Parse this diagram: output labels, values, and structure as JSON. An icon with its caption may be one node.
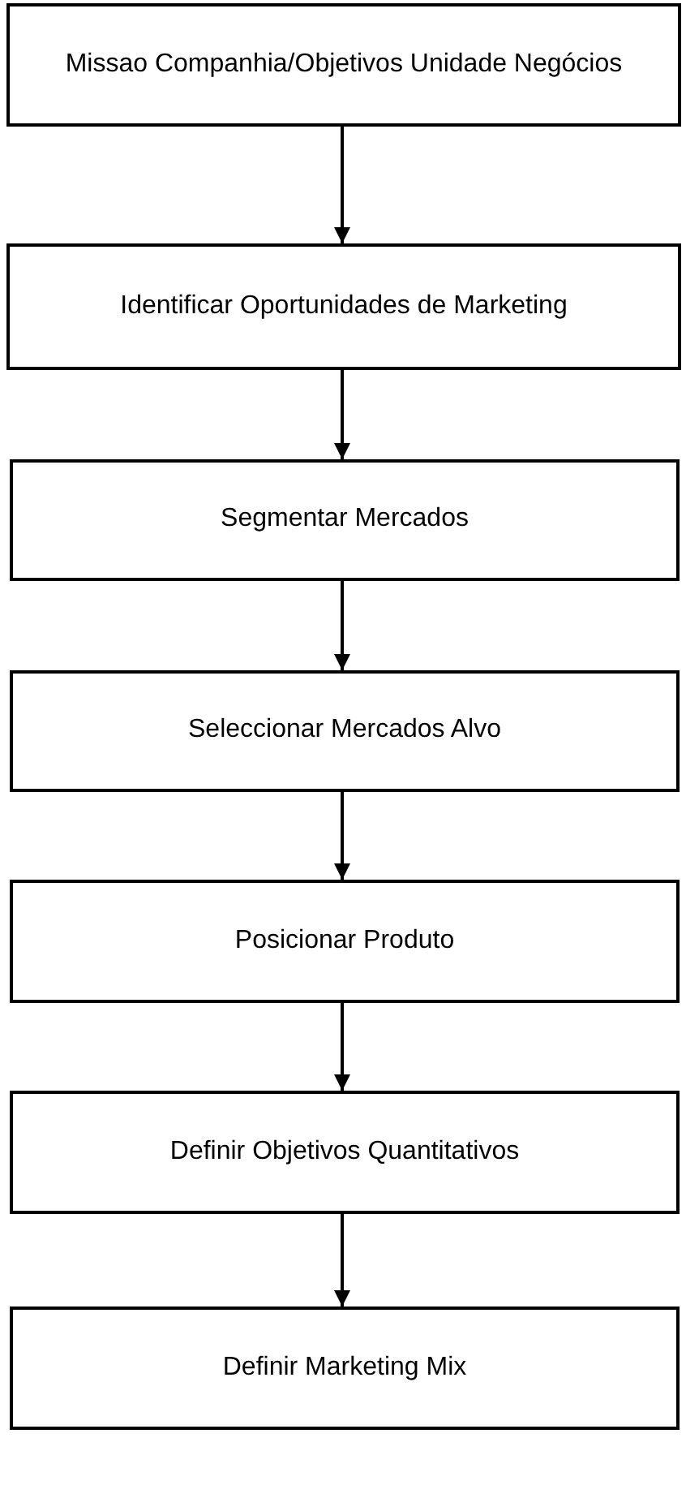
{
  "diagram": {
    "nodes": [
      {
        "text": [
          "Missao Companhia/Objetivos Unidade Negócios"
        ]
      },
      {
        "text": [
          "Identificar Oportunidades de Marketing"
        ]
      },
      {
        "text": [
          "Segmentar Mercados"
        ]
      },
      {
        "text": [
          "Seleccionar Mercados Alvo"
        ]
      },
      {
        "text": [
          "Posicionar Produto"
        ]
      },
      {
        "text": [
          "Definir Objetivos Quantitativos"
        ]
      },
      {
        "text": [
          "Definir Marketing Mix"
        ]
      }
    ],
    "edges": [
      {
        "from": 0,
        "to": 1,
        "arrow": "to"
      },
      {
        "from": 1,
        "to": 2,
        "arrow": "to"
      },
      {
        "from": 2,
        "to": 3,
        "arrow": "to"
      },
      {
        "from": 3,
        "to": 4,
        "arrow": "to"
      },
      {
        "from": 4,
        "to": 5,
        "arrow": "to"
      },
      {
        "from": 5,
        "to": 6,
        "arrow": "to"
      }
    ]
  }
}
